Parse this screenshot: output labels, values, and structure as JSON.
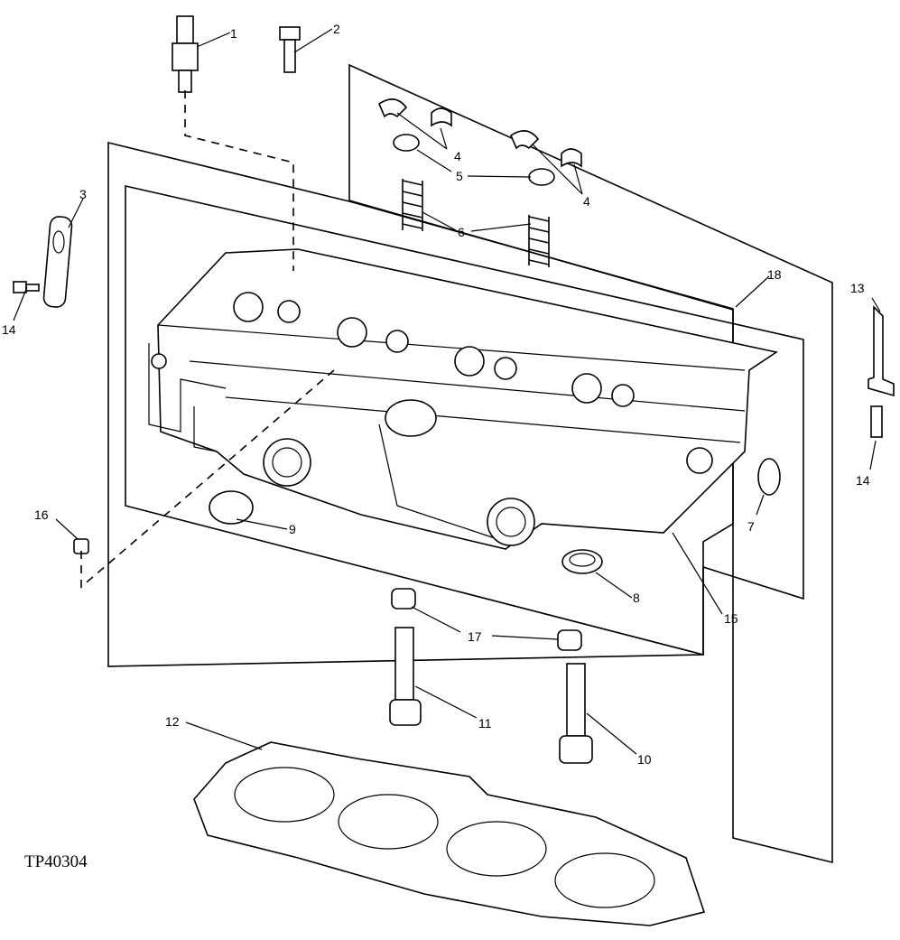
{
  "figure_code": "TP40304",
  "callouts": [
    {
      "id": "c1",
      "label": "1"
    },
    {
      "id": "c2",
      "label": "2"
    },
    {
      "id": "c3",
      "label": "3"
    },
    {
      "id": "c4a",
      "label": "4"
    },
    {
      "id": "c4b",
      "label": "4"
    },
    {
      "id": "c5",
      "label": "5"
    },
    {
      "id": "c6",
      "label": "6"
    },
    {
      "id": "c7",
      "label": "7"
    },
    {
      "id": "c8",
      "label": "8"
    },
    {
      "id": "c9",
      "label": "9"
    },
    {
      "id": "c10",
      "label": "10"
    },
    {
      "id": "c11",
      "label": "11"
    },
    {
      "id": "c12",
      "label": "12"
    },
    {
      "id": "c13",
      "label": "13"
    },
    {
      "id": "c14a",
      "label": "14"
    },
    {
      "id": "c14b",
      "label": "14"
    },
    {
      "id": "c15",
      "label": "15"
    },
    {
      "id": "c16",
      "label": "16"
    },
    {
      "id": "c17",
      "label": "17"
    },
    {
      "id": "c18",
      "label": "18"
    }
  ]
}
